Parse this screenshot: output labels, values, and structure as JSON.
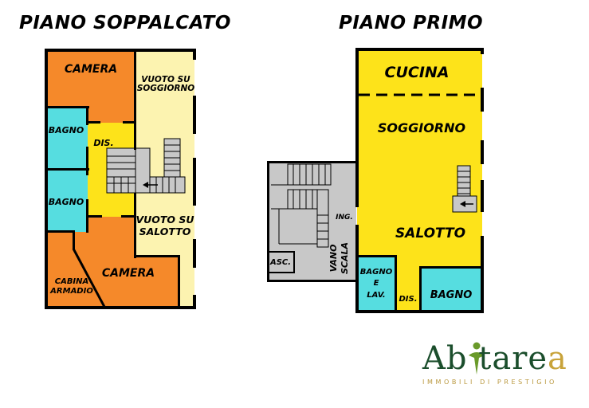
{
  "titles": {
    "left": "PIANO SOPPALCATO",
    "right": "PIANO PRIMO"
  },
  "rooms_left": {
    "camera_top": "CAMERA",
    "vuoto_soggiorno_1": "VUOTO SU",
    "vuoto_soggiorno_2": "SOGGIORNO",
    "bagno_1": "BAGNO",
    "dis": "DIS.",
    "bagno_2": "BAGNO",
    "vuoto_salotto_1": "VUOTO SU",
    "vuoto_salotto_2": "SALOTTO",
    "camera_bottom": "CAMERA",
    "cabina_1": "CABINA",
    "cabina_2": "ARMADIO"
  },
  "rooms_right": {
    "cucina": "CUCINA",
    "soggiorno": "SOGGIORNO",
    "salotto": "SALOTTO",
    "ing": "ING.",
    "asc": "ASC.",
    "vano_1": "VANO",
    "vano_2": "SCALA",
    "bagno_lav_1": "BAGNO",
    "bagno_lav_2": "E",
    "bagno_lav_3": "LAV.",
    "dis": "DIS.",
    "bagno": "BAGNO"
  },
  "logo": {
    "word_1": "Ab",
    "word_2": "ı",
    "word_3": "tare",
    "word_4": "a",
    "tagline": "IMMOBILI DI PRESTIGIO"
  },
  "colors": {
    "camera": "#f5892a",
    "bagno": "#56dde0",
    "corridor": "#fde31a",
    "vuoto": "#fcf3b0",
    "stair_gray": "#c8c8c8",
    "wall": "#000000"
  }
}
